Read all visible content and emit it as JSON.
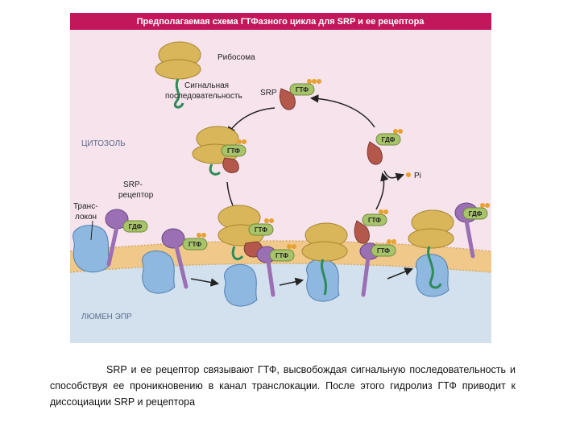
{
  "figure": {
    "title": "Предполагаемая схема ГТФазного цикла для SRP и ее рецептора",
    "labels": {
      "ribosome": "Рибосома",
      "signal_1": "Сигнальная",
      "signal_2": "последовательность",
      "srp": "SRP",
      "cytosol": "ЦИТОЗОЛЬ",
      "receptor_1": "SRP-",
      "receptor_2": "рецептор",
      "translocon_1": "Транс-",
      "translocon_2": "локон",
      "pi": "Pi",
      "lumen": "ЛЮМЕН ЭПР"
    },
    "nucleotides": {
      "gtp": "ГТФ",
      "gdp": "ГДФ"
    }
  },
  "colors": {
    "banner": "#c2185b",
    "cytosol": "#f6e3ec",
    "lumen": "#d3e1ee",
    "membrane": "#f0c98a",
    "ribosome": "#d9b65a",
    "srp": "#b5584c",
    "receptor": "#9b6fb3",
    "translocon": "#8fb8e0",
    "nucleotide_pill": "#a8c46a",
    "phosphate": "#e8a030",
    "signal": "#2e8b57"
  },
  "caption": {
    "text": "SRP и ее рецептор связывают ГТФ, высвобождая сигнальную последовательность и способствуя ее проникновению в канал транслокации. После этого гидролиз ГТФ приводит к диссоциации SRP и рецептора"
  }
}
